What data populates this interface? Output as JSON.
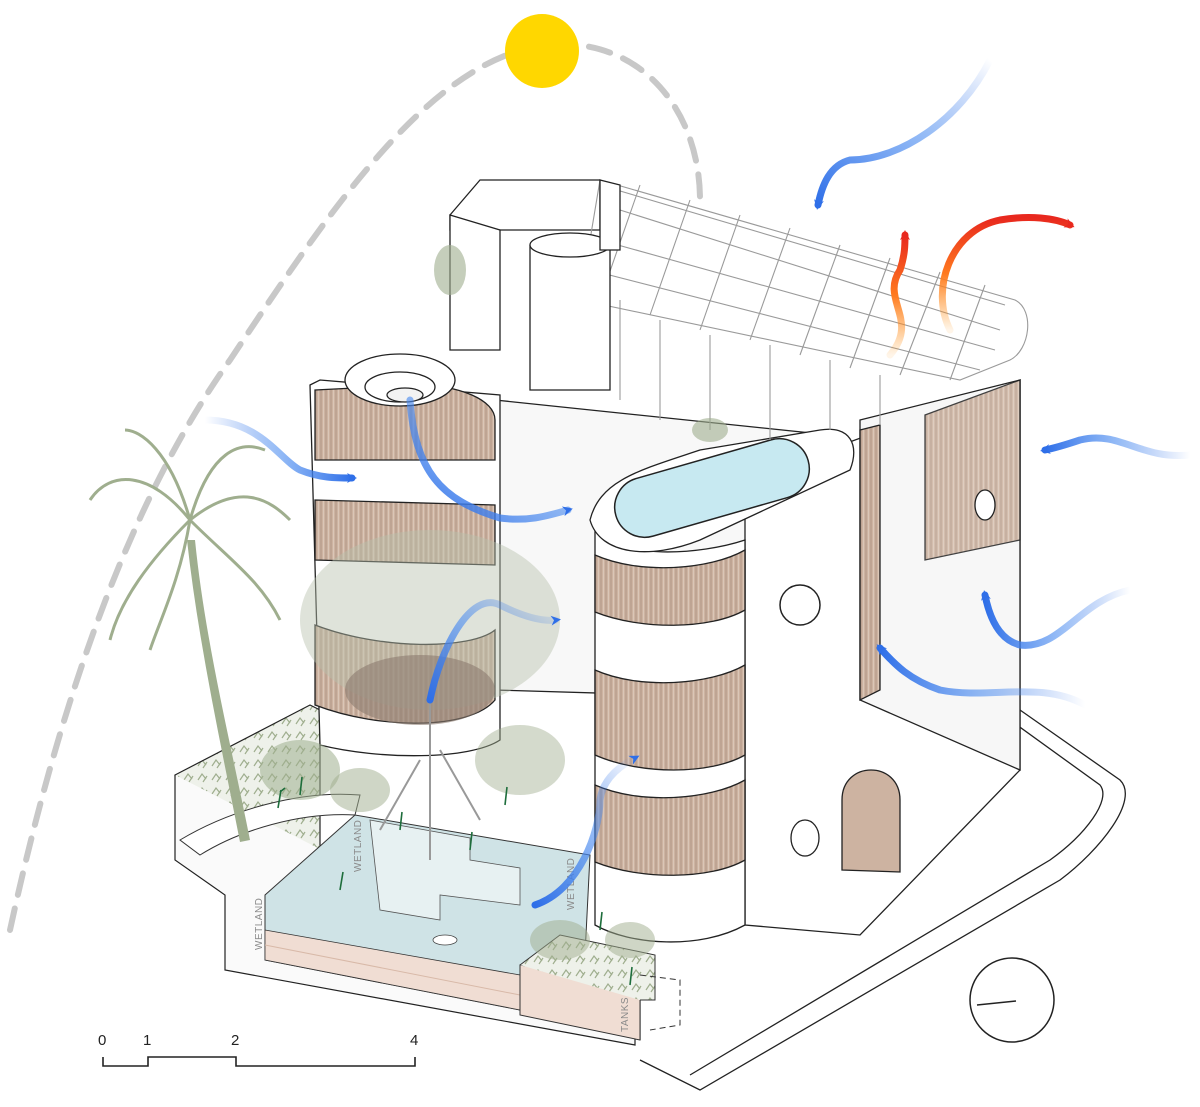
{
  "scale_bar": {
    "ticks": [
      "0",
      "1",
      "2",
      "4"
    ]
  },
  "labels": {
    "wetland_left": "WETLAND",
    "wetland_center": "WETLAND",
    "wetland_right": "WETLAND",
    "tanks": "TANKS"
  },
  "colors": {
    "sun": "#FFD700",
    "cool_air": "#2f6fe8",
    "warm_air_start": "#ff9a1f",
    "warm_air_end": "#e8281e",
    "louvre": "#cdb3a1",
    "pool_water": "#c7e9f1",
    "wetland_water": "#cfe3e6",
    "soil": "#f0ddd3",
    "vegetation": "#9fae8e",
    "sun_path": "#c8c8c8"
  },
  "icons": [
    "sun-icon",
    "north-arrow-icon",
    "palm-tree-icon"
  ]
}
